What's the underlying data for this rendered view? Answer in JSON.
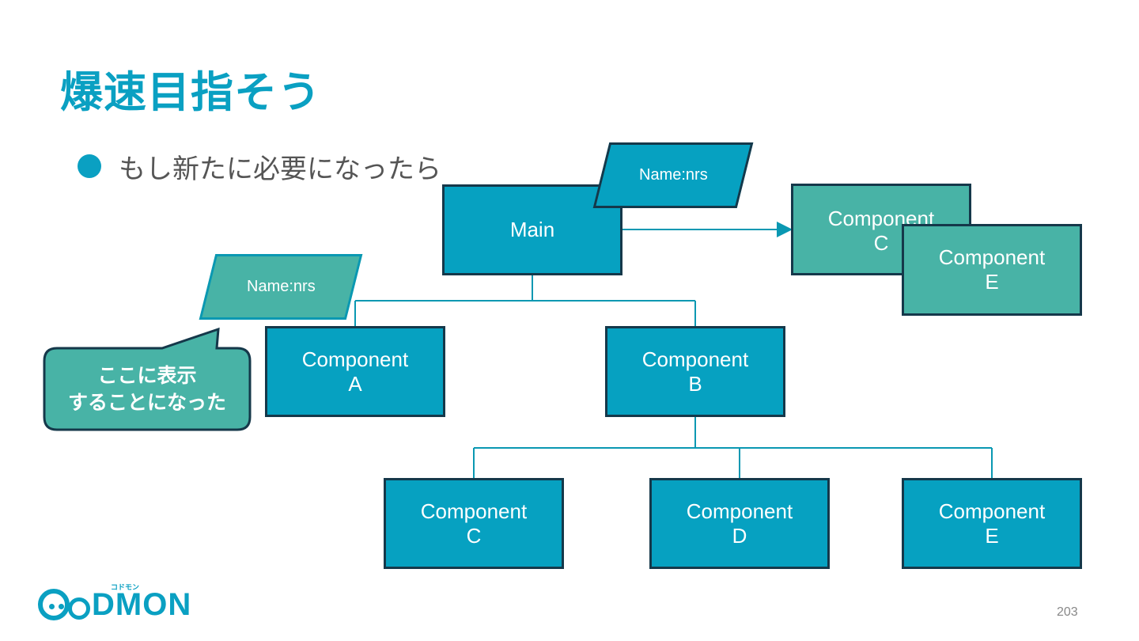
{
  "slide": {
    "title": "爆速目指そう",
    "bullet": "もし新たに必要になったら",
    "page_number": "203"
  },
  "diagram": {
    "main": "Main",
    "name_tag_top": "Name:nrs",
    "name_tag_left": "Name:nrs",
    "component_a": [
      "Component",
      "A"
    ],
    "component_b": [
      "Component",
      "B"
    ],
    "component_c": [
      "Component",
      "C"
    ],
    "component_d": [
      "Component",
      "D"
    ],
    "component_e": [
      "Component",
      "E"
    ],
    "moved_component_c": [
      "Component",
      "C"
    ],
    "moved_component_e": [
      "Component",
      "E"
    ],
    "callout": [
      "ここに表示",
      "することになった"
    ]
  },
  "logo": {
    "text": "DMON",
    "kana": "コドモン"
  },
  "colors": {
    "accent": "#0aa0c2",
    "box_blue": "#06a1c1",
    "box_green": "#48b3a6",
    "border": "#15384a",
    "text_gray": "#555555"
  }
}
